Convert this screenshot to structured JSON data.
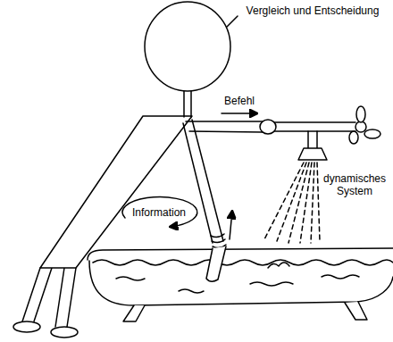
{
  "diagram": {
    "labels": [
      "Vergleich und Entscheidung",
      "Befehl",
      "Information",
      "dynamisches System"
    ]
  }
}
